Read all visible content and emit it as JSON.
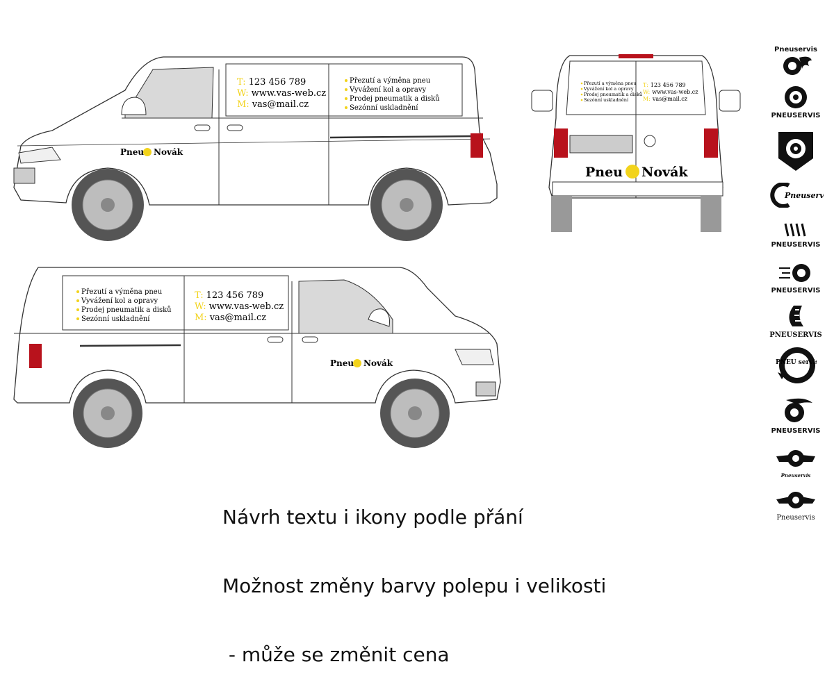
{
  "van_side": {
    "contact": {
      "phone_prefix": "T:",
      "phone": "123 456 789",
      "web_prefix": "W:",
      "web": "www.vas-web.cz",
      "mail_prefix": "M:",
      "mail": "vas@mail.cz"
    },
    "services": [
      "Přezutí a výměna pneu",
      "Vyvážení kol a opravy",
      "Prodej pneumatik a disků",
      "Sezónní uskladnění"
    ],
    "brand": {
      "left": "Pneu",
      "right": "Novák"
    }
  },
  "van_back": {
    "services": [
      "Přezutí a výměna pneu",
      "Vyvážení kol a opravy",
      "Prodej pneumatik a disků",
      "Sezónní uskladnění"
    ],
    "contact": {
      "phone_prefix": "T:",
      "phone": "123 456 789",
      "web_prefix": "W:",
      "web": "www.vas-web.cz",
      "mail_prefix": "M:",
      "mail": "vas@mail.cz"
    },
    "brand": {
      "left": "Pneu",
      "right": "Novák"
    }
  },
  "van_side2": {
    "services": [
      "Přezutí a výměna pneu",
      "Vyvážení kol a opravy",
      "Prodej pneumatik a disků",
      "Sezónní uskladnění"
    ],
    "contact": {
      "phone_prefix": "T:",
      "phone": "123 456 789",
      "web_prefix": "W:",
      "web": "www.vas-web.cz",
      "mail_prefix": "M:",
      "mail": "vas@mail.cz"
    },
    "brand": {
      "left": "Pneu",
      "right": "Novák"
    }
  },
  "caption": {
    "line1": "Návrh textu i ikony podle přání",
    "line2": "Možnost změny barvy polepu i velikosti",
    "line3": " - může se změnit cena"
  },
  "logos": [
    {
      "label": "Pneuservis",
      "icon": "tire-flame-icon"
    },
    {
      "label": "PNEUSERVIS",
      "icon": "tire-gear-icon"
    },
    {
      "label": "",
      "icon": "shield-wheel-icon"
    },
    {
      "label": "Pneuservis",
      "icon": "tire-c-icon"
    },
    {
      "label": "PNEUSERVIS",
      "icon": "tire-tread-icon"
    },
    {
      "label": "PNEUSERVIS",
      "icon": "speed-wheel-icon"
    },
    {
      "label": "PNEUSERVIS",
      "icon": "tire-side-icon"
    },
    {
      "label": "PNEU servis",
      "icon": "tire-wrench-icon"
    },
    {
      "label": "PNEUSERVIS",
      "icon": "wheel-swoosh-icon"
    },
    {
      "label": "Pneuservis",
      "icon": "winged-wheel-icon"
    },
    {
      "label": "Pneuservis",
      "icon": "winged-wheel-2-icon"
    }
  ],
  "colors": {
    "accent": "#f2d31b",
    "tail_light": "#b8121c",
    "wheel": "#9a9a9a",
    "outline": "#333333"
  }
}
